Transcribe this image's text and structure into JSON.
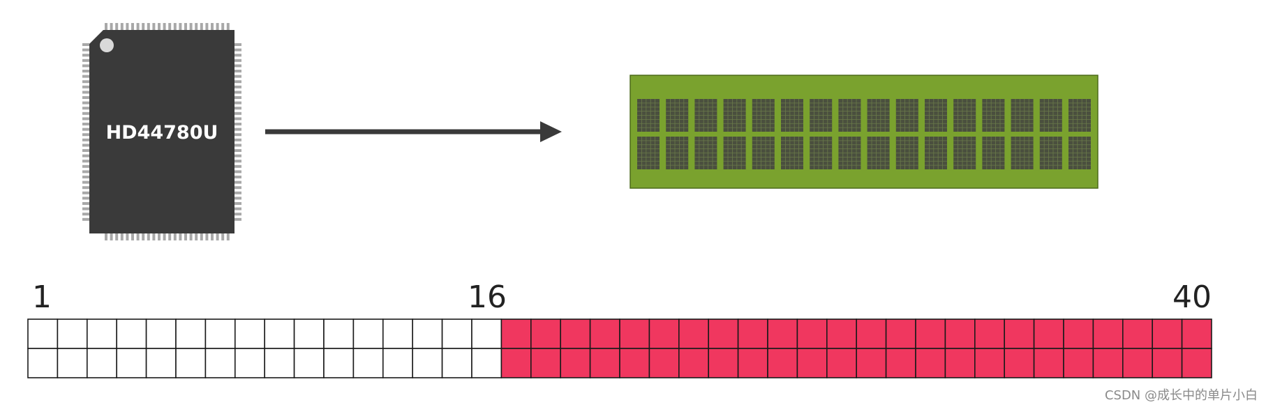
{
  "chip": {
    "label": "HD44780U"
  },
  "lcd": {
    "rows": 2,
    "cols": 16
  },
  "ddram": {
    "label_start": "1",
    "label_visible_end": "16",
    "label_end": "40",
    "rows": 2,
    "cols": 40,
    "visible_cols": 16
  },
  "watermark": "CSDN @成长中的单片小白",
  "colors": {
    "chip_body": "#3a3a3a",
    "chip_pins": "#a8a8a8",
    "arrow": "#3a3a3a",
    "lcd_board": "#7aa22e",
    "lcd_cell": "#4a4f3e",
    "ddram_visible": "#ffffff",
    "ddram_hidden": "#f0375f",
    "grid_line": "#1a1a1a"
  }
}
